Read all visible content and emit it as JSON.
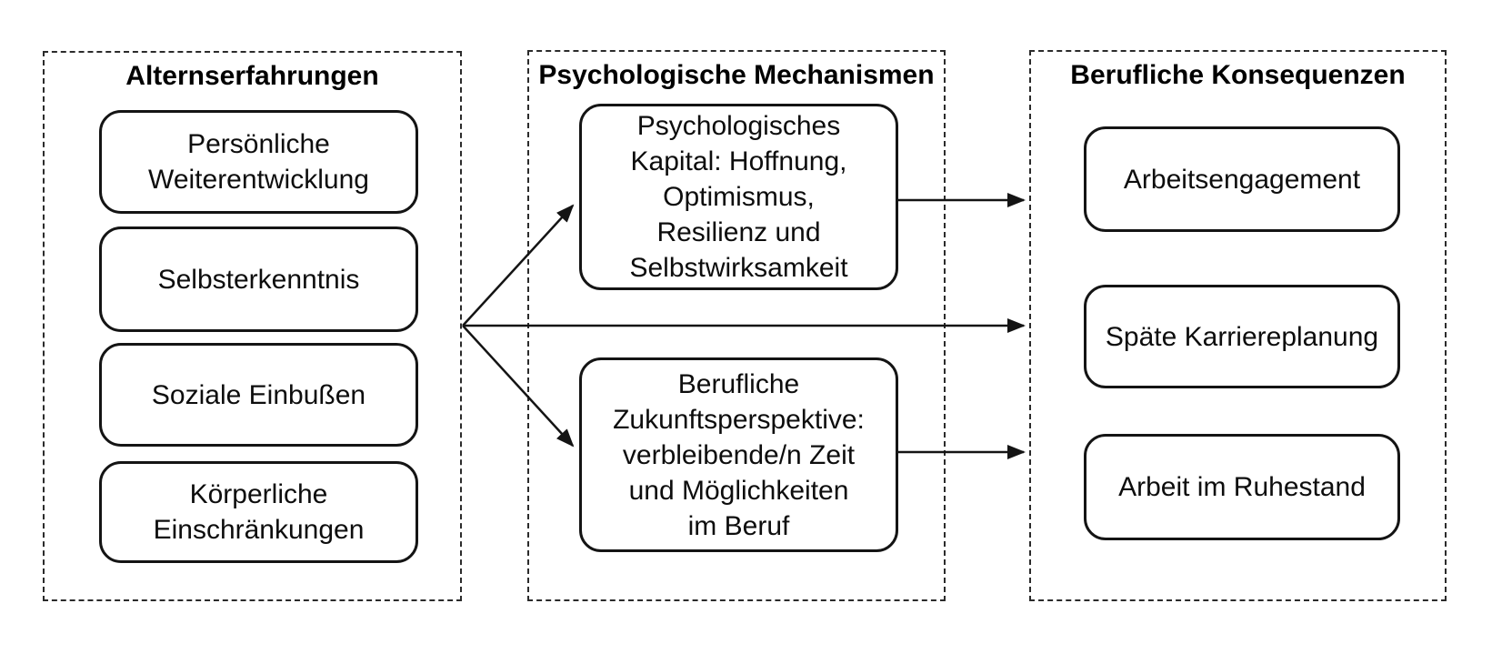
{
  "diagram": {
    "columns": [
      {
        "title": "Alternserfahrungen",
        "boxes": [
          {
            "lines": [
              "Persönliche",
              "Weiterentwicklung"
            ]
          },
          {
            "lines": [
              "Selbsterkenntnis"
            ]
          },
          {
            "lines": [
              "Soziale Einbußen"
            ]
          },
          {
            "lines": [
              "Körperliche",
              "Einschränkungen"
            ]
          }
        ]
      },
      {
        "title": "Psychologische Mechanismen",
        "boxes": [
          {
            "lines": [
              "Psychologisches",
              "Kapital: Hoffnung,",
              "Optimismus,",
              "Resilienz und",
              "Selbstwirksamkeit"
            ]
          },
          {
            "lines": [
              "Berufliche",
              "Zukunftsperspektive:",
              "verbleibende/n Zeit",
              "und Möglichkeiten",
              "im Beruf"
            ]
          }
        ]
      },
      {
        "title": "Berufliche Konsequenzen",
        "boxes": [
          {
            "lines": [
              "Arbeitsengagement"
            ]
          },
          {
            "lines": [
              "Späte Karriereplanung"
            ]
          },
          {
            "lines": [
              "Arbeit im Ruhestand"
            ]
          }
        ]
      }
    ],
    "edges": [
      {
        "from": "Alternserfahrungen",
        "to": "Psychologisches Kapital",
        "type": "arrow"
      },
      {
        "from": "Alternserfahrungen",
        "to": "Späte Karriereplanung",
        "type": "arrow"
      },
      {
        "from": "Alternserfahrungen",
        "to": "Berufliche Zukunftsperspektive",
        "type": "arrow"
      },
      {
        "from": "Psychologisches Kapital",
        "to": "Arbeitsengagement",
        "type": "arrow"
      },
      {
        "from": "Berufliche Zukunftsperspektive",
        "to": "Arbeit im Ruhestand",
        "type": "arrow"
      }
    ],
    "colors": {
      "line": "#141414",
      "background": "#ffffff",
      "text": "#000000"
    }
  }
}
